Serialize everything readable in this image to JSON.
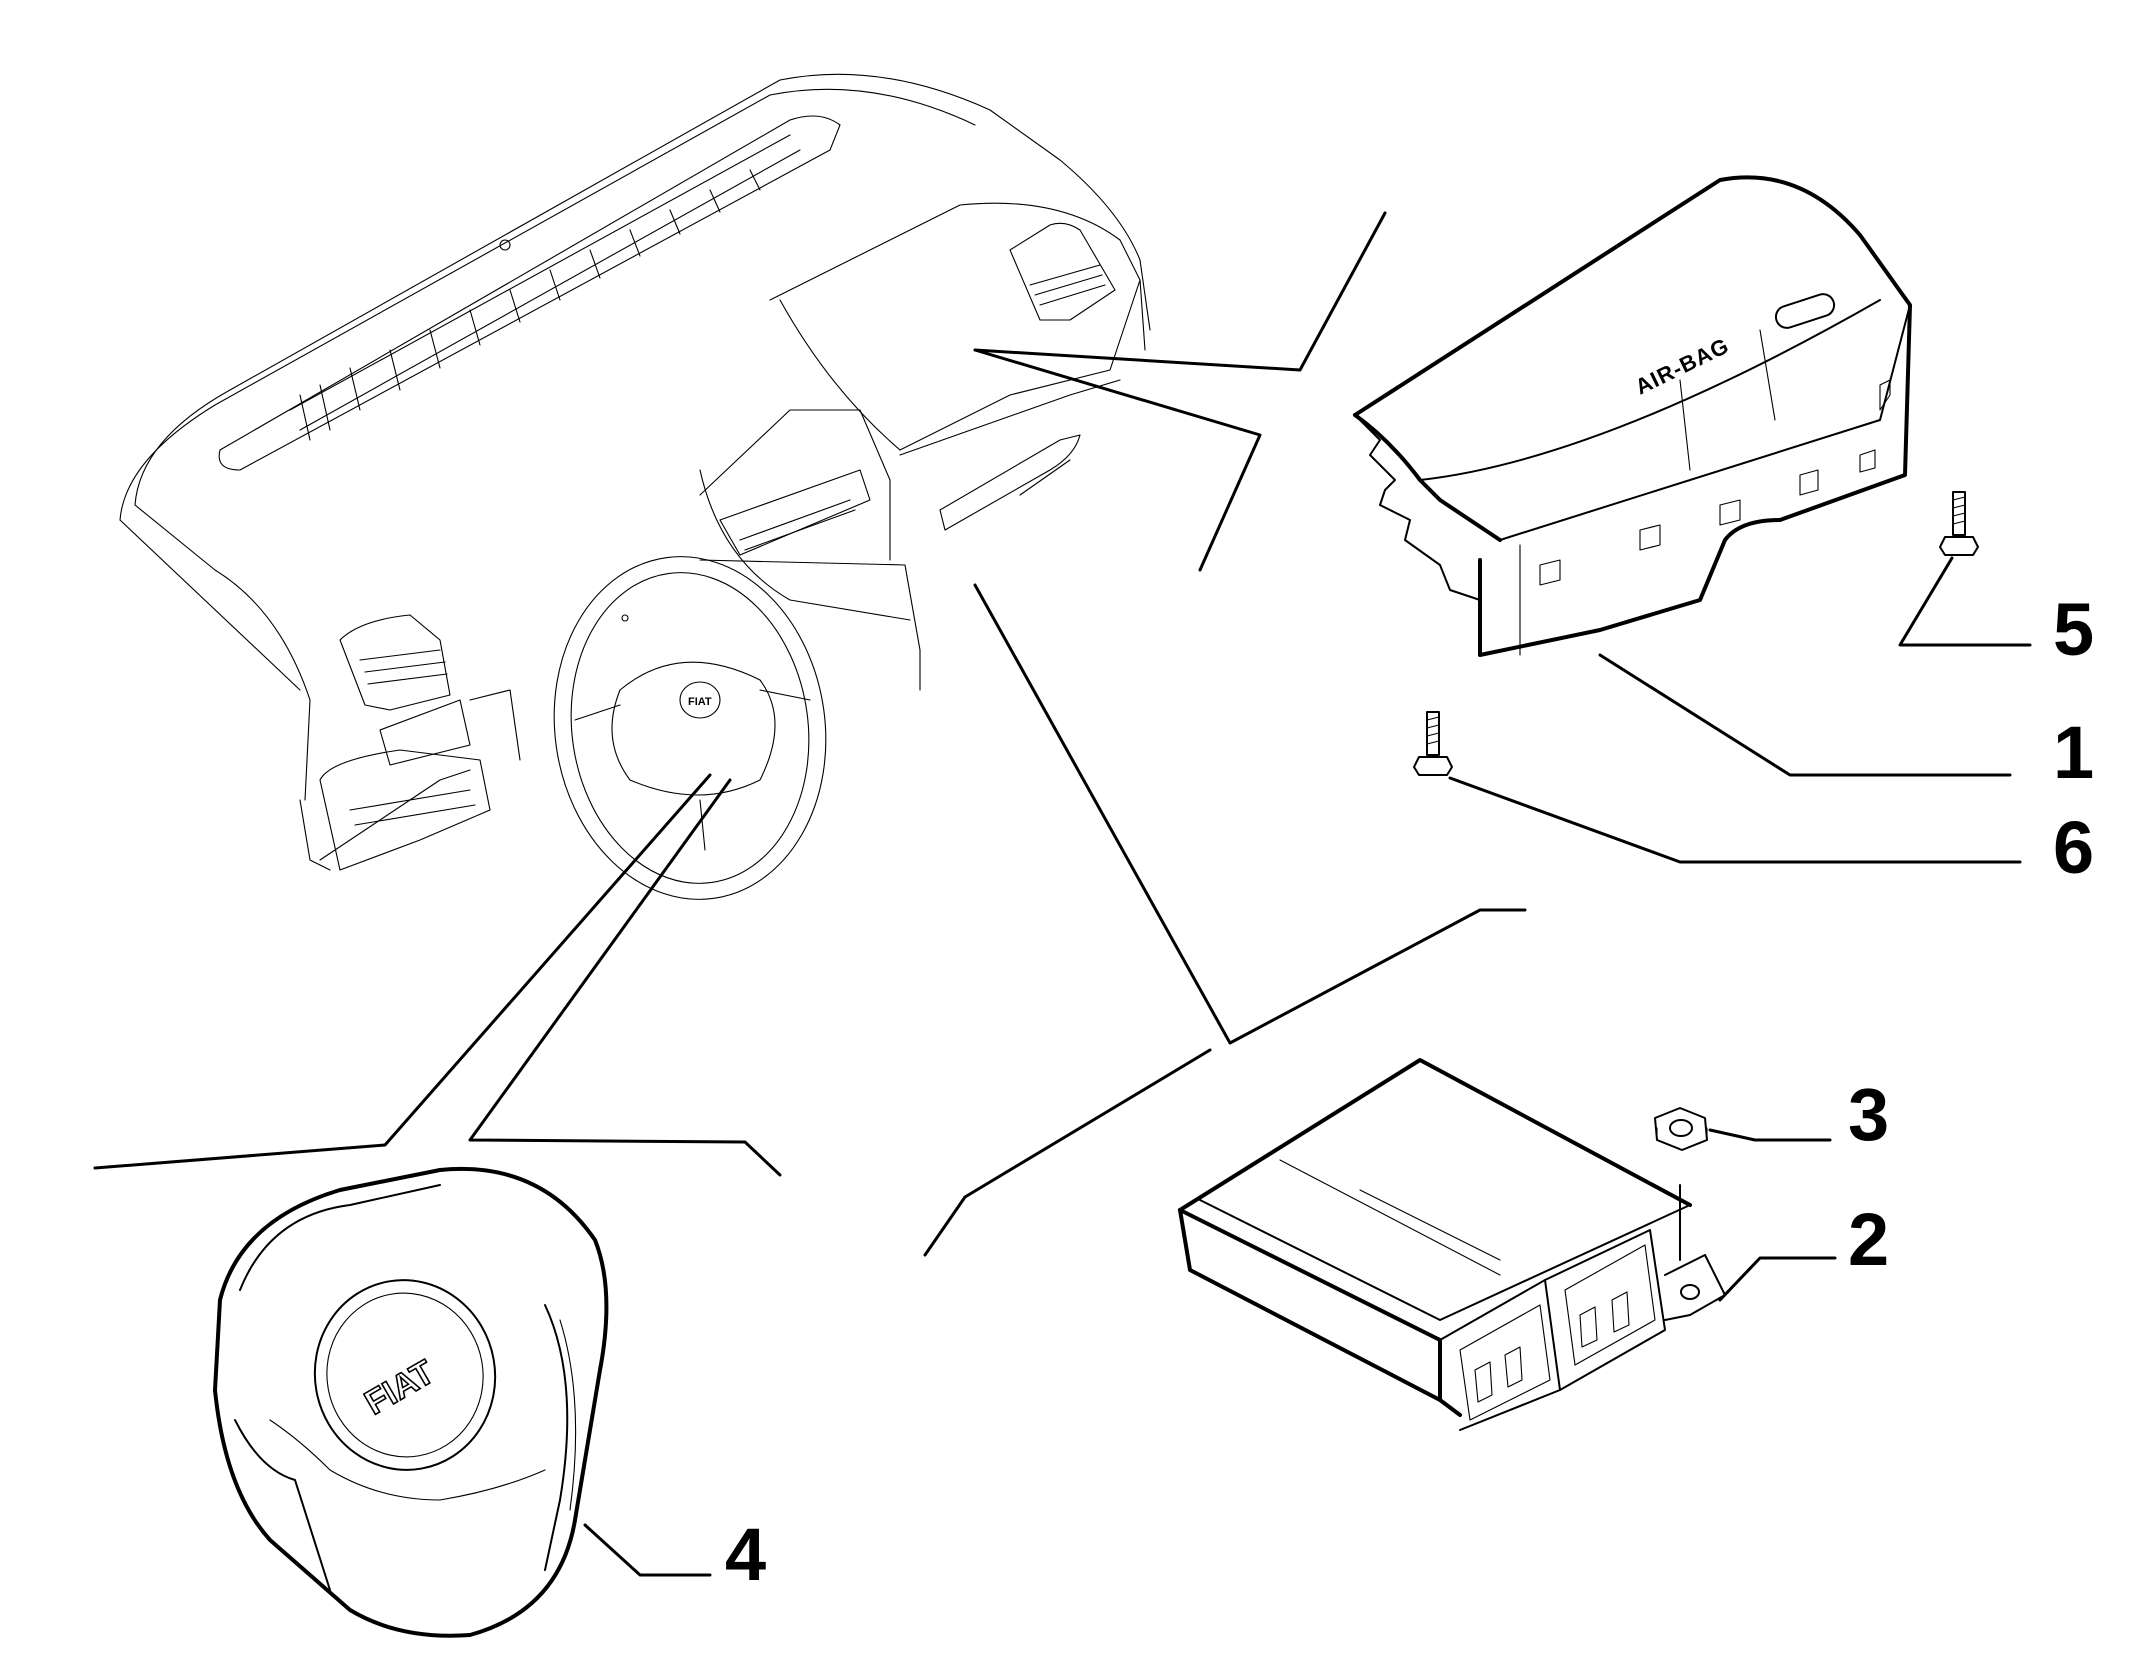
{
  "callouts": {
    "c1": "1",
    "c2": "2",
    "c3": "3",
    "c4": "4",
    "c5": "5",
    "c6": "6"
  },
  "labels": {
    "passenger_airbag_stamp": "AIR-BAG",
    "driver_airbag_logo": "FIAT",
    "steering_wheel_logo": "FIAT"
  }
}
